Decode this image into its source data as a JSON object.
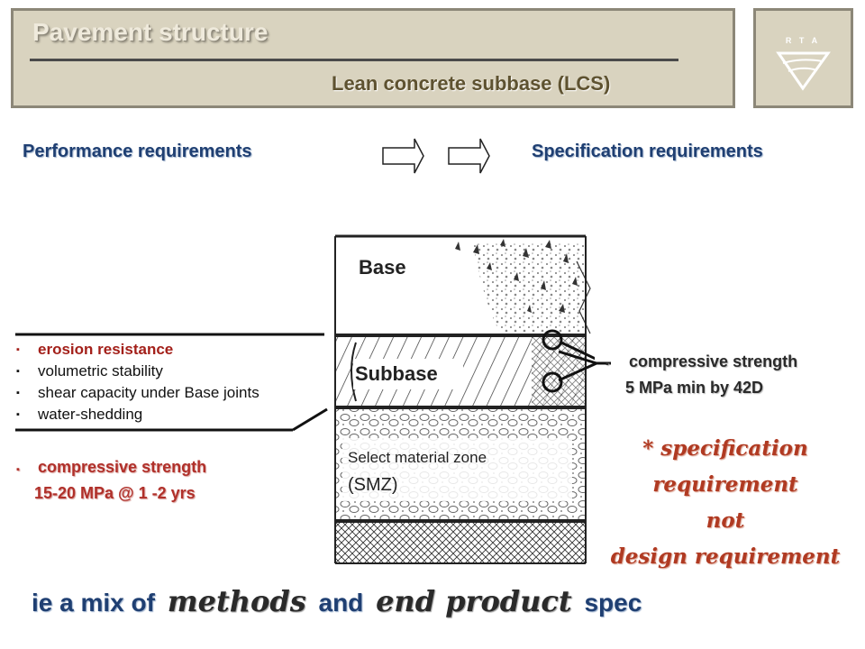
{
  "header": {
    "title": "Pavement structure",
    "subtitle": "Lean concrete subbase (LCS)",
    "logo_text": "R T A"
  },
  "requirements": {
    "left": "Performance requirements",
    "right": "Specification requirements"
  },
  "diagram": {
    "layers": {
      "base": "Base",
      "subbase": "Subbase",
      "smz_line1": "Select material zone",
      "smz_line2": "(SMZ)"
    }
  },
  "performance_list": [
    "erosion resistance",
    "volumetric stability",
    "shear capacity under Base joints",
    "water-shedding"
  ],
  "bullet_glyph": "▪",
  "left_strength": {
    "label": "compressive strength",
    "value": "15-20 MPa @ 1 -2 yrs"
  },
  "right_strength": {
    "label": "compressive strength",
    "value": "5 MPa min by 42D"
  },
  "spec_note": {
    "line1": "* specification requirement",
    "line2": "not",
    "line3": "design requirement"
  },
  "bottom": {
    "prefix": "ie a mix of",
    "methods": "methods",
    "and": "and",
    "end_product": "end product",
    "suffix": "spec"
  },
  "colors": {
    "header_bg": "#d9d3bf",
    "accent_blue": "#1f3f72",
    "accent_red": "#b0302a"
  }
}
